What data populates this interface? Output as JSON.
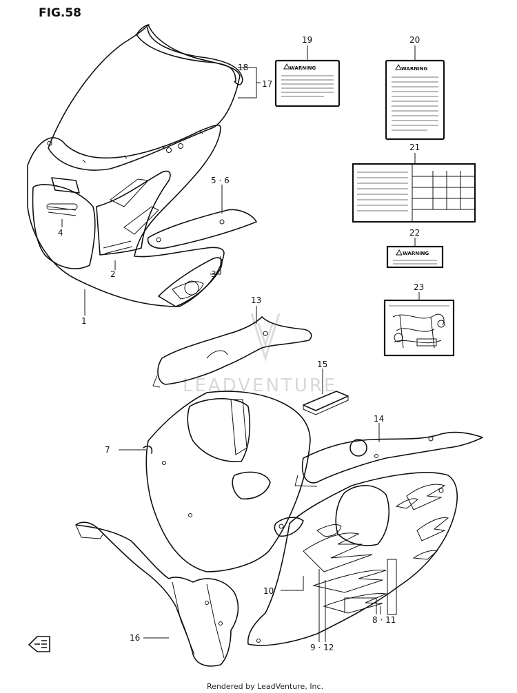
{
  "figure": {
    "title": "FIG.58",
    "footer": "Rendered by LeadVenture, Inc.",
    "watermark": "LEADVENTURE",
    "fwd_arrow_icon": "front-direction-arrow"
  },
  "labels": {
    "1": "1",
    "2": "2",
    "3": "3",
    "4": "4",
    "5_6": "5 · 6",
    "7": "7",
    "8_11": "8 · 11",
    "9_12": "9 · 12",
    "10": "10",
    "13": "13",
    "14": "14",
    "15": "15",
    "16": "16",
    "17": "17",
    "18": "18",
    "19": "19",
    "20": "20",
    "21": "21",
    "22": "22",
    "23": "23"
  },
  "decals": {
    "warning_19": "WARNING",
    "warning_20": "WARNING",
    "warning_22": "WARNING"
  }
}
